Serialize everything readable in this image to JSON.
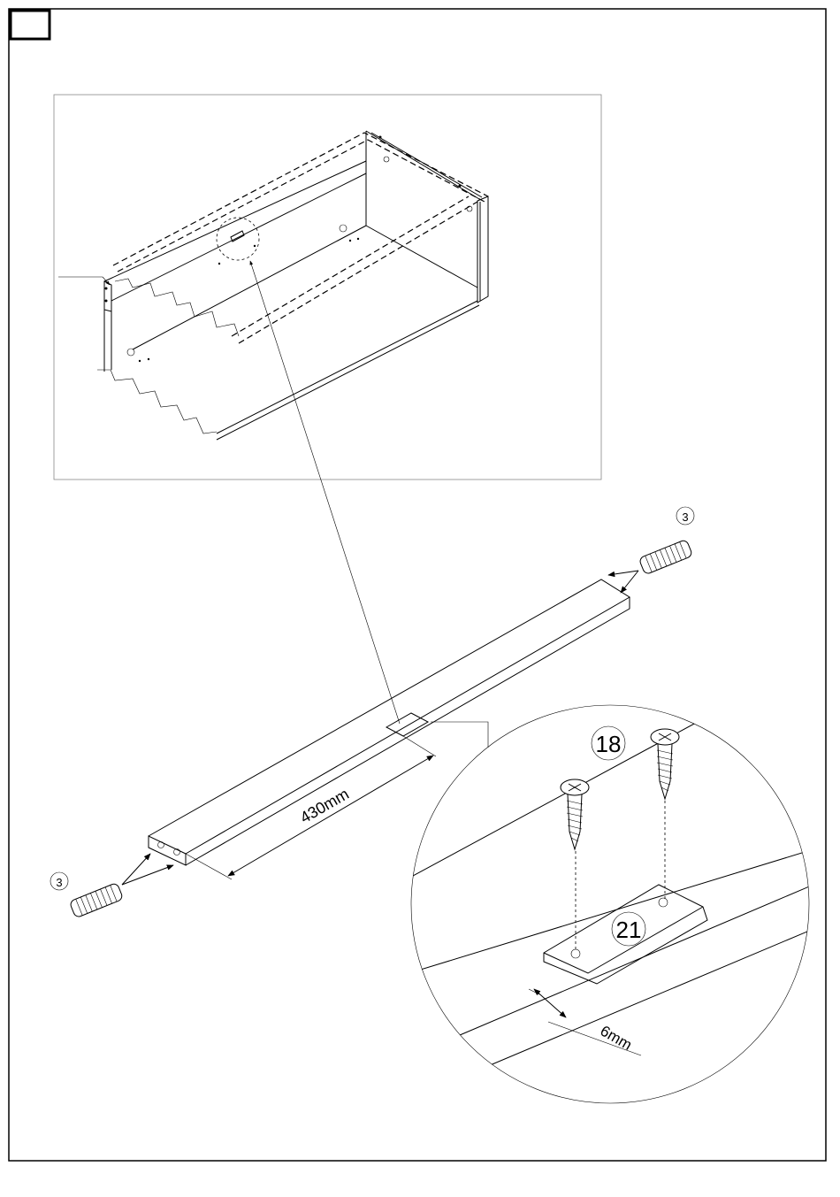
{
  "step": {
    "number": ""
  },
  "dimensions": {
    "shelf_position": "430mm",
    "plate_offset": "6mm"
  },
  "parts": {
    "dowel_left": "3",
    "dowel_right": "3",
    "screw": "18",
    "plate": "21"
  }
}
